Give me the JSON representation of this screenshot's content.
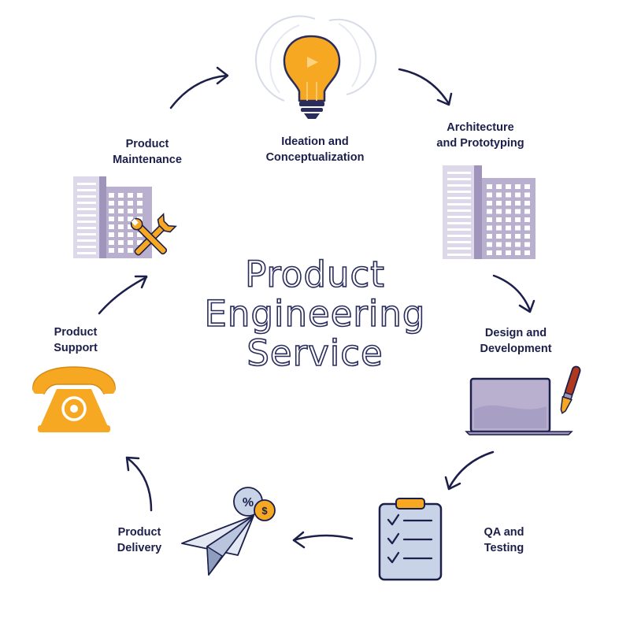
{
  "title": {
    "line1": "Product",
    "line2": "Engineering",
    "line3": "Service"
  },
  "stages": {
    "ideation": {
      "line1": "Ideation and",
      "line2": "Conceptualization",
      "icon": "lightbulb-icon"
    },
    "architecture": {
      "line1": "Architecture",
      "line2": "and Prototyping",
      "icon": "building-icon"
    },
    "design": {
      "line1": "Design and",
      "line2": "Development",
      "icon": "laptop-paintbrush-icon"
    },
    "qa": {
      "line1": "QA and",
      "line2": "Testing",
      "icon": "checklist-clipboard-icon"
    },
    "delivery": {
      "line1": "Product",
      "line2": "Delivery",
      "icon": "paper-plane-icon"
    },
    "support": {
      "line1": "Product",
      "line2": "Support",
      "icon": "telephone-icon"
    },
    "maintenance": {
      "line1": "Product",
      "line2": "Maintenance",
      "icon": "building-wrench-icon"
    }
  },
  "colors": {
    "accent": "#f7a823",
    "navy": "#1c1f4a",
    "lavender": "#b9b0d0",
    "light_blue": "#c9d3e8"
  }
}
